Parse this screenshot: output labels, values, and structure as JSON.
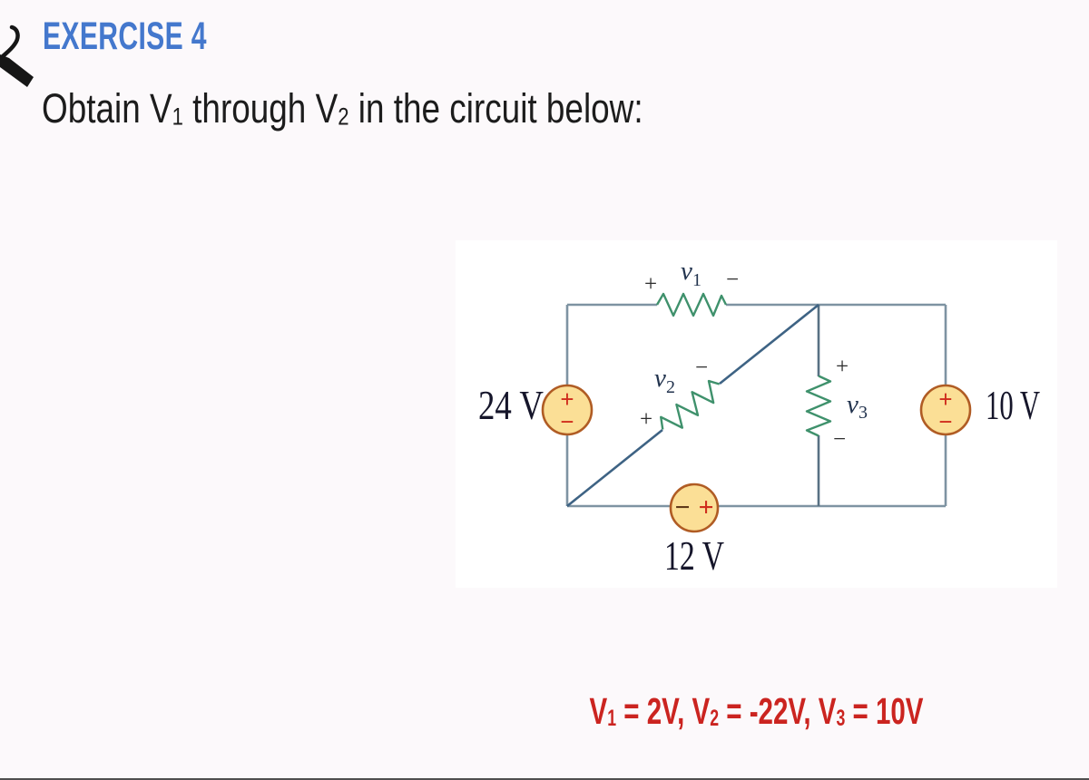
{
  "header": {
    "title": "EXERCISE 4",
    "color": "#4478cd"
  },
  "question": {
    "pre": "Obtain V",
    "sub1": "1",
    "mid": " through V",
    "sub2": "2",
    "post": " in the circuit below:"
  },
  "circuit": {
    "colors": {
      "wire": "#7e93a2",
      "diagonal_wire": "#3e6384",
      "middle_wire": "#587183",
      "resistor": "#3f916c",
      "source_fill": "#fbdf96",
      "source_stroke": "#b05c24",
      "sign_red": "#cf2d1d",
      "sign_dark": "#5f3a19",
      "label": "#15152a"
    },
    "sources": {
      "left": {
        "label": "24 V",
        "plus": "+",
        "minus": "−"
      },
      "right": {
        "label": "10 V",
        "plus": "+",
        "minus": "−"
      },
      "bottom": {
        "label": "12 V",
        "plus": "+",
        "minus": "−"
      }
    },
    "resistors": {
      "v1": {
        "symbol": "v",
        "sub": "1",
        "plus": "+",
        "minus": "−"
      },
      "v2": {
        "symbol": "v",
        "sub": "2",
        "plus": "+",
        "minus": "−"
      },
      "v3": {
        "symbol": "v",
        "sub": "3",
        "plus": "+",
        "minus": "−"
      }
    }
  },
  "answer": {
    "color": "#cb2420",
    "p1": "V",
    "s1": "1",
    "t1": " = 2V, V",
    "s2": "2",
    "t2": " = -22V, V",
    "s3": "3",
    "t3": " = 10V"
  }
}
